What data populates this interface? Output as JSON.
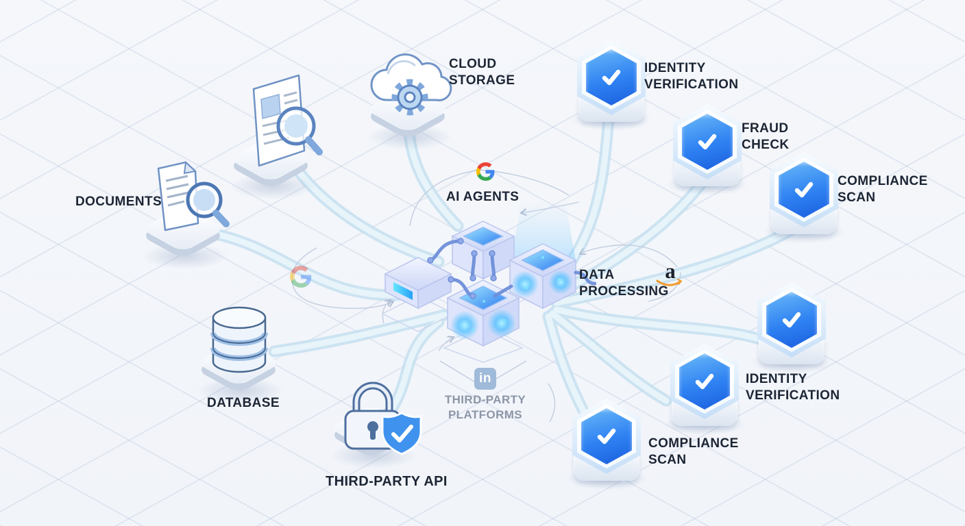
{
  "nodes": {
    "documents": {
      "label": "DOCUMENTS"
    },
    "cloud_storage": {
      "label": "CLOUD STORAGE"
    },
    "database": {
      "label": "DATABASE"
    },
    "third_party_api": {
      "label": "THIRD-PARTY API"
    },
    "ai_agents": {
      "label": "AI AGENTS"
    },
    "data_processing": {
      "label": "DATA PROCESSING"
    },
    "third_party_platforms": {
      "label": "THIRD-PARTY PLATFORMS"
    }
  },
  "badges": [
    {
      "id": "identity-verification-top",
      "label": "IDENTITY VERIFICATION"
    },
    {
      "id": "fraud-check",
      "label": "FRAUD CHECK"
    },
    {
      "id": "compliance-scan-top",
      "label": "COMPLIANCE SCAN"
    },
    {
      "id": "verified-unlabeled",
      "label": ""
    },
    {
      "id": "identity-verification-bottom",
      "label": "IDENTITY VERIFICATION"
    },
    {
      "id": "compliance-scan-bottom",
      "label": "COMPLIANCE SCAN"
    }
  ],
  "brands": {
    "linkedin_text": "in",
    "amazon_text": "a"
  },
  "colors": {
    "background": "#f3f6fa",
    "grid_line": "#dbe3ef",
    "label_dark": "#1c2534",
    "label_gray": "#8c96a7",
    "accent_blue": "#2f82f2",
    "badge_gradient_start": "#6ab9f8",
    "badge_gradient_end": "#1a5ede",
    "ribbon": "#c9e2f2",
    "ribbon_highlight": "#eaf6fc",
    "cube_glow": "#4fc0ff",
    "amazon_orange": "#f29a2e"
  }
}
